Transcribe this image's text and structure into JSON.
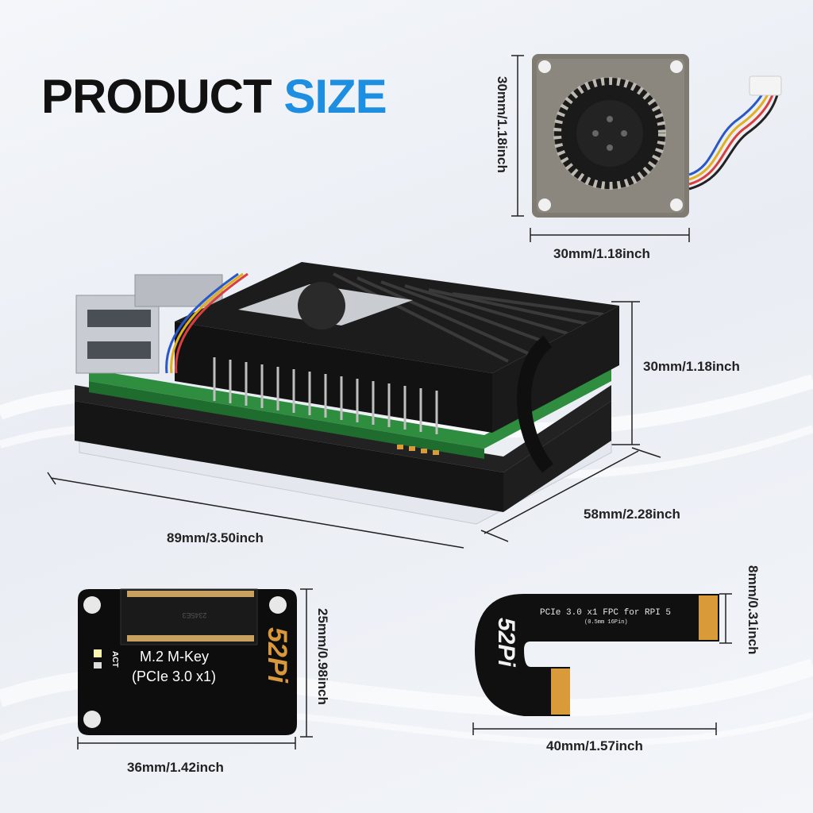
{
  "title": {
    "word1": "PRODUCT",
    "word2": "SIZE"
  },
  "colors": {
    "accent": "#1e8fe0",
    "case": "#1c1c1c",
    "pcb": "#2f8d3f",
    "fpc": "#101010",
    "gold": "#d99a3a"
  },
  "fan": {
    "height_label": "30mm/1.18inch",
    "width_label": "30mm/1.18inch"
  },
  "case": {
    "height_label": "30mm/1.18inch",
    "depth_label": "58mm/2.28inch",
    "length_label": "89mm/3.50inch"
  },
  "adapter": {
    "height_label": "25mm/0.98inch",
    "width_label": "36mm/1.42inch",
    "line1": "M.2 M-Key",
    "line2": "(PCIe 3.0 x1)",
    "led_label": "ACT",
    "brand": "52Pi",
    "chip_code": "2345E3"
  },
  "cable": {
    "height_label": "8mm/0.31inch",
    "width_label": "40mm/1.57inch",
    "print_line1": "PCIe 3.0 x1 FPC for RPI 5",
    "print_line2": "(0.5mm 16Pin)",
    "brand": "52Pi"
  }
}
